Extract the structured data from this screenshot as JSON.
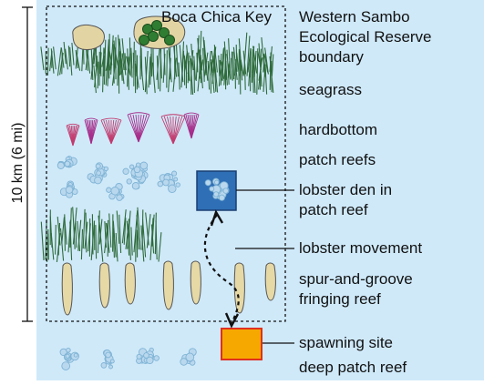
{
  "diagram": {
    "top_label": "Boca Chica Key",
    "scale_label": "10 km (6 mi)",
    "legend": {
      "reserve_boundary": [
        "Western Sambo",
        "Ecological Reserve",
        "boundary"
      ],
      "seagrass": "seagrass",
      "hardbottom": "hardbottom",
      "patch_reefs": "patch reefs",
      "lobster_den": [
        "lobster den in",
        "patch reef"
      ],
      "lobster_movement": "lobster movement",
      "spur_groove": [
        "spur-and-groove",
        "fringing reef"
      ],
      "spawning_site": "spawning site",
      "deep_patch_reef": "deep patch reef"
    },
    "colors": {
      "water": "#cfe9f9",
      "land": "#e3d5a3",
      "seagrass": "#2f6b3a",
      "hardbottom": "#c23b6e",
      "patch_reef": "#7fb3d5",
      "den_box": "#2f6fb5",
      "spawning_fill": "#f6a800",
      "spawning_border": "#e0301e",
      "spur": "#e6d9a6"
    }
  }
}
